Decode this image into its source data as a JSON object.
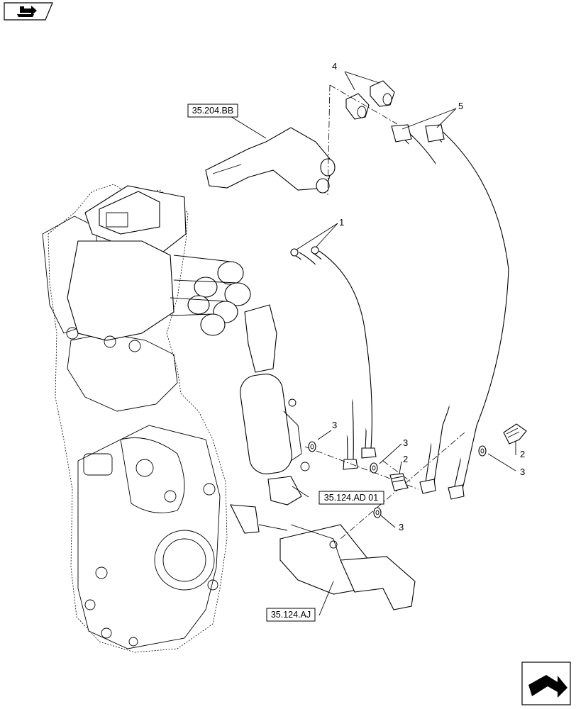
{
  "references": {
    "top": "35.204.BB",
    "middle": "35.124.AD 01",
    "bottom": "35.124.AJ"
  },
  "callouts": {
    "pipes_short": "1",
    "bolt_a": "2",
    "bolt_b": "2",
    "washer_a": "3",
    "washer_b": "3",
    "washer_c": "3",
    "washer_d": "3",
    "couplers": "4",
    "pipes_long": "5"
  },
  "icons": {
    "top_left": "book-arrow-icon",
    "bottom_right": "next-page-arrow-icon"
  }
}
